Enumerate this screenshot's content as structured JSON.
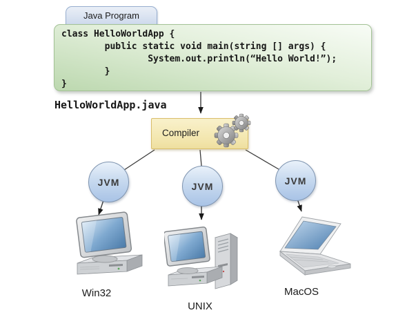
{
  "diagram": {
    "tab_label": "Java Program",
    "filename": "HelloWorldApp.java",
    "code_lines": [
      "class HelloWorldApp {",
      "        public static void main(string [] args) {",
      "                System.out.println(“Hello World!”);",
      "        }",
      "}"
    ],
    "compiler_label": "Compiler",
    "jvm_labels": [
      "JVM",
      "JVM",
      "JVM"
    ],
    "platforms": [
      {
        "name": "Win32"
      },
      {
        "name": "UNIX"
      },
      {
        "name": "MacOS"
      }
    ],
    "colors": {
      "tab_fill": "#d5dfef",
      "tab_border": "#97aecf",
      "code_box_green": "#bcd8af",
      "code_box_border": "#a3c295",
      "compiler_fill": "#f3e6ae",
      "compiler_border": "#d9bd69",
      "jvm_fill": "#c8daef",
      "jvm_border": "#7d93af",
      "screen_blue": "#6f9cc9",
      "connector": "#3a3a3a"
    }
  }
}
